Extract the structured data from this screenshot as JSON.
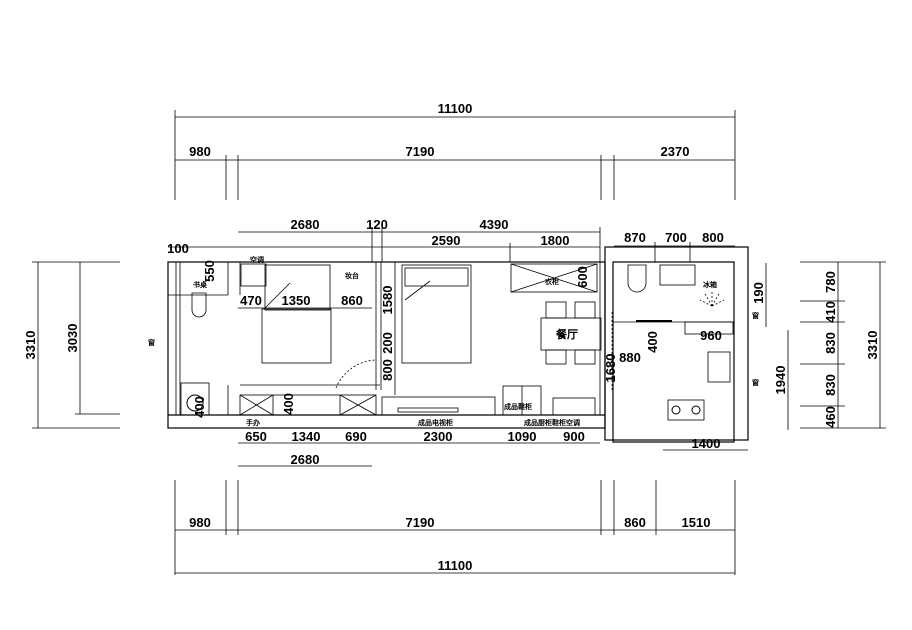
{
  "dims_top": {
    "total": "11100",
    "row2": [
      "980",
      "7190",
      "2370"
    ],
    "row3": [
      "2680",
      "120",
      "4390"
    ],
    "row4": [
      "100",
      "2590",
      "1800",
      "870",
      "700",
      "800"
    ]
  },
  "dims_inner": {
    "a": "470",
    "b": "1350",
    "c": "860",
    "d": "1580",
    "e": "800",
    "f": "200",
    "g": "600",
    "h": "400",
    "i": "880",
    "j": "1680",
    "k": "960",
    "l": "400",
    "m": "190",
    "n": "1940",
    "o": "550",
    "p": "400"
  },
  "dims_bottom": {
    "row1": [
      "650",
      "1340",
      "690",
      "2300",
      "1090",
      "900",
      "1400"
    ],
    "row2": "2680",
    "row3": [
      "980",
      "7190",
      "860",
      "1510"
    ],
    "total": "11100"
  },
  "dims_left": {
    "outer": "3310",
    "inner": "3030"
  },
  "dims_right": {
    "segments": [
      "780",
      "410",
      "830",
      "830",
      "460"
    ],
    "total": "3310"
  },
  "labels": {
    "ac": "空调",
    "desk": "书桌",
    "dresser": "妆台",
    "wardrobe": "衣柜",
    "dining": "餐厅",
    "handrail": "手办",
    "tv_cabinet": "成品电视柜",
    "shoe_cabinet": "成品鞋柜",
    "bottom_cabinet": "成品厨柜鞋柜空调",
    "fridge": "冰箱",
    "window_left": "窗",
    "window_right1": "窗",
    "window_right2": "窗"
  }
}
